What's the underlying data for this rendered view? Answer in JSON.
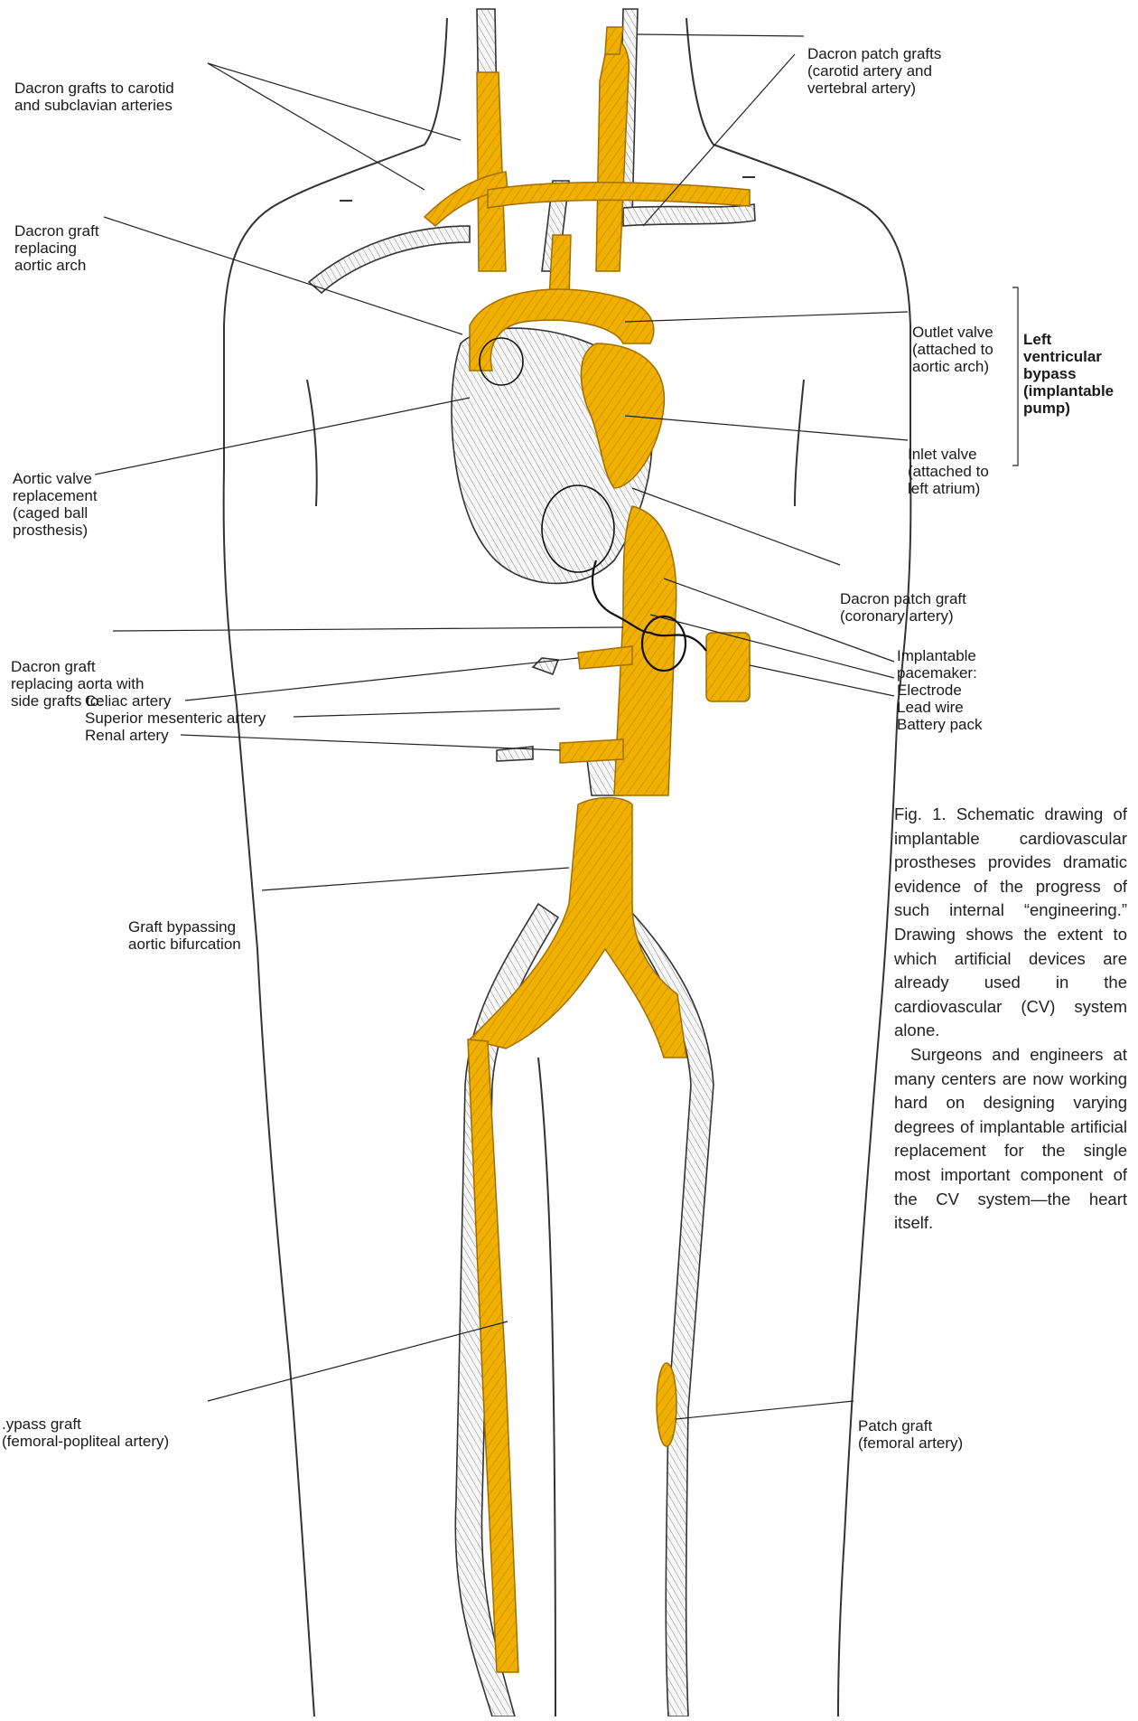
{
  "colors": {
    "graft": "#f0b000",
    "graft_dark": "#b87e00",
    "vessel": "#f4f4f4",
    "ink": "#222222"
  },
  "labels": {
    "carotid_subclavian": [
      "Dacron grafts to carotid",
      "and subclavian arteries"
    ],
    "patch_carotid_vertebral": [
      "Dacron patch grafts",
      "(carotid artery and",
      "vertebral artery)"
    ],
    "aortic_arch": [
      "Dacron graft",
      "replacing",
      "aortic arch"
    ],
    "outlet_valve": [
      "Outlet valve",
      "(attached to",
      "aortic arch)"
    ],
    "inlet_valve": [
      "Inlet valve",
      "(attached to",
      "left atrium)"
    ],
    "lv_bypass": [
      "Left",
      "ventricular",
      "bypass",
      "(implantable",
      "pump)"
    ],
    "aortic_valve": [
      "Aortic valve",
      "replacement",
      "(caged ball",
      "prosthesis)"
    ],
    "patch_coronary": [
      "Dacron patch graft",
      "(coronary artery)"
    ],
    "pacemaker": [
      "Implantable",
      "pacemaker:",
      "Electrode",
      "Lead wire",
      "Battery pack"
    ],
    "aorta_graft": [
      "Dacron graft",
      "replacing aorta with",
      "side grafts to:"
    ],
    "celiac": "Celiac artery",
    "sup_mesenteric": "Superior mesenteric artery",
    "renal": "Renal artery",
    "bifurcation": [
      "Graft bypassing",
      "aortic bifurcation"
    ],
    "bypass_femoral": [
      ".ypass graft",
      "(femoral-popliteal artery)"
    ],
    "patch_femoral": [
      "Patch graft",
      "(femoral artery)"
    ]
  },
  "caption": {
    "p1": "Fig. 1. Schematic drawing of implantable cardiovascular prostheses provides dramatic evidence of the progress of such internal “engineering.” Drawing shows the extent to which artificial devices are already used in the cardiovascular (CV) system alone.",
    "p2": "Surgeons and engineers at many centers are now working hard on designing varying degrees of implantable artificial replacement for the single most important component of the CV system—the heart itself."
  }
}
